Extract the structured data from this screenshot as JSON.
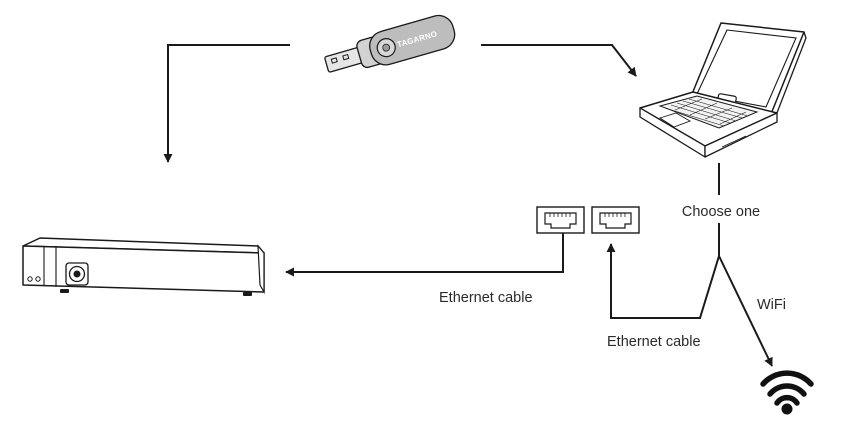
{
  "usb_stick": {
    "brand": "TAGARNO"
  },
  "labels": {
    "choose_one": "Choose one",
    "ethernet_cable_left": "Ethernet cable",
    "ethernet_cable_right": "Ethernet cable",
    "wifi": "WiFi"
  },
  "icons": {
    "usb": "usb-stick-icon",
    "laptop": "laptop-icon",
    "device": "camera-box-icon",
    "ethernet": "ethernet-port-icon",
    "wifi": "wifi-icon"
  },
  "colors": {
    "line": "#1a1a1a",
    "usb_body": "#c8c8c8",
    "usb_metal": "#e6e6e6"
  }
}
